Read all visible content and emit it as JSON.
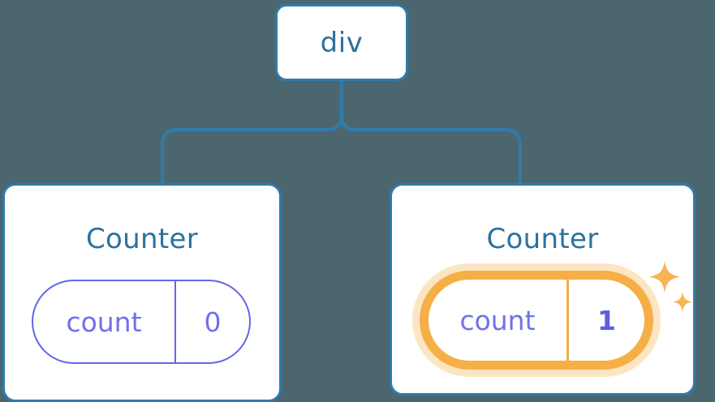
{
  "diagram": {
    "type": "component-tree",
    "background_color": "#4c6670",
    "edge_color": "#2f7bac",
    "node_border_color": "#2f7bac",
    "node_title_color": "#2c719f",
    "state_color": "#6366e8",
    "highlight_color": "#f5af46",
    "highlight_glow_color": "#fbdfb2"
  },
  "root": {
    "label": "div"
  },
  "children": [
    {
      "title": "Counter",
      "state": {
        "key": "count",
        "value": "0"
      },
      "highlighted": false
    },
    {
      "title": "Counter",
      "state": {
        "key": "count",
        "value": "1"
      },
      "highlighted": true,
      "sparkle_icons": [
        "sparkle-large",
        "sparkle-small"
      ]
    }
  ]
}
